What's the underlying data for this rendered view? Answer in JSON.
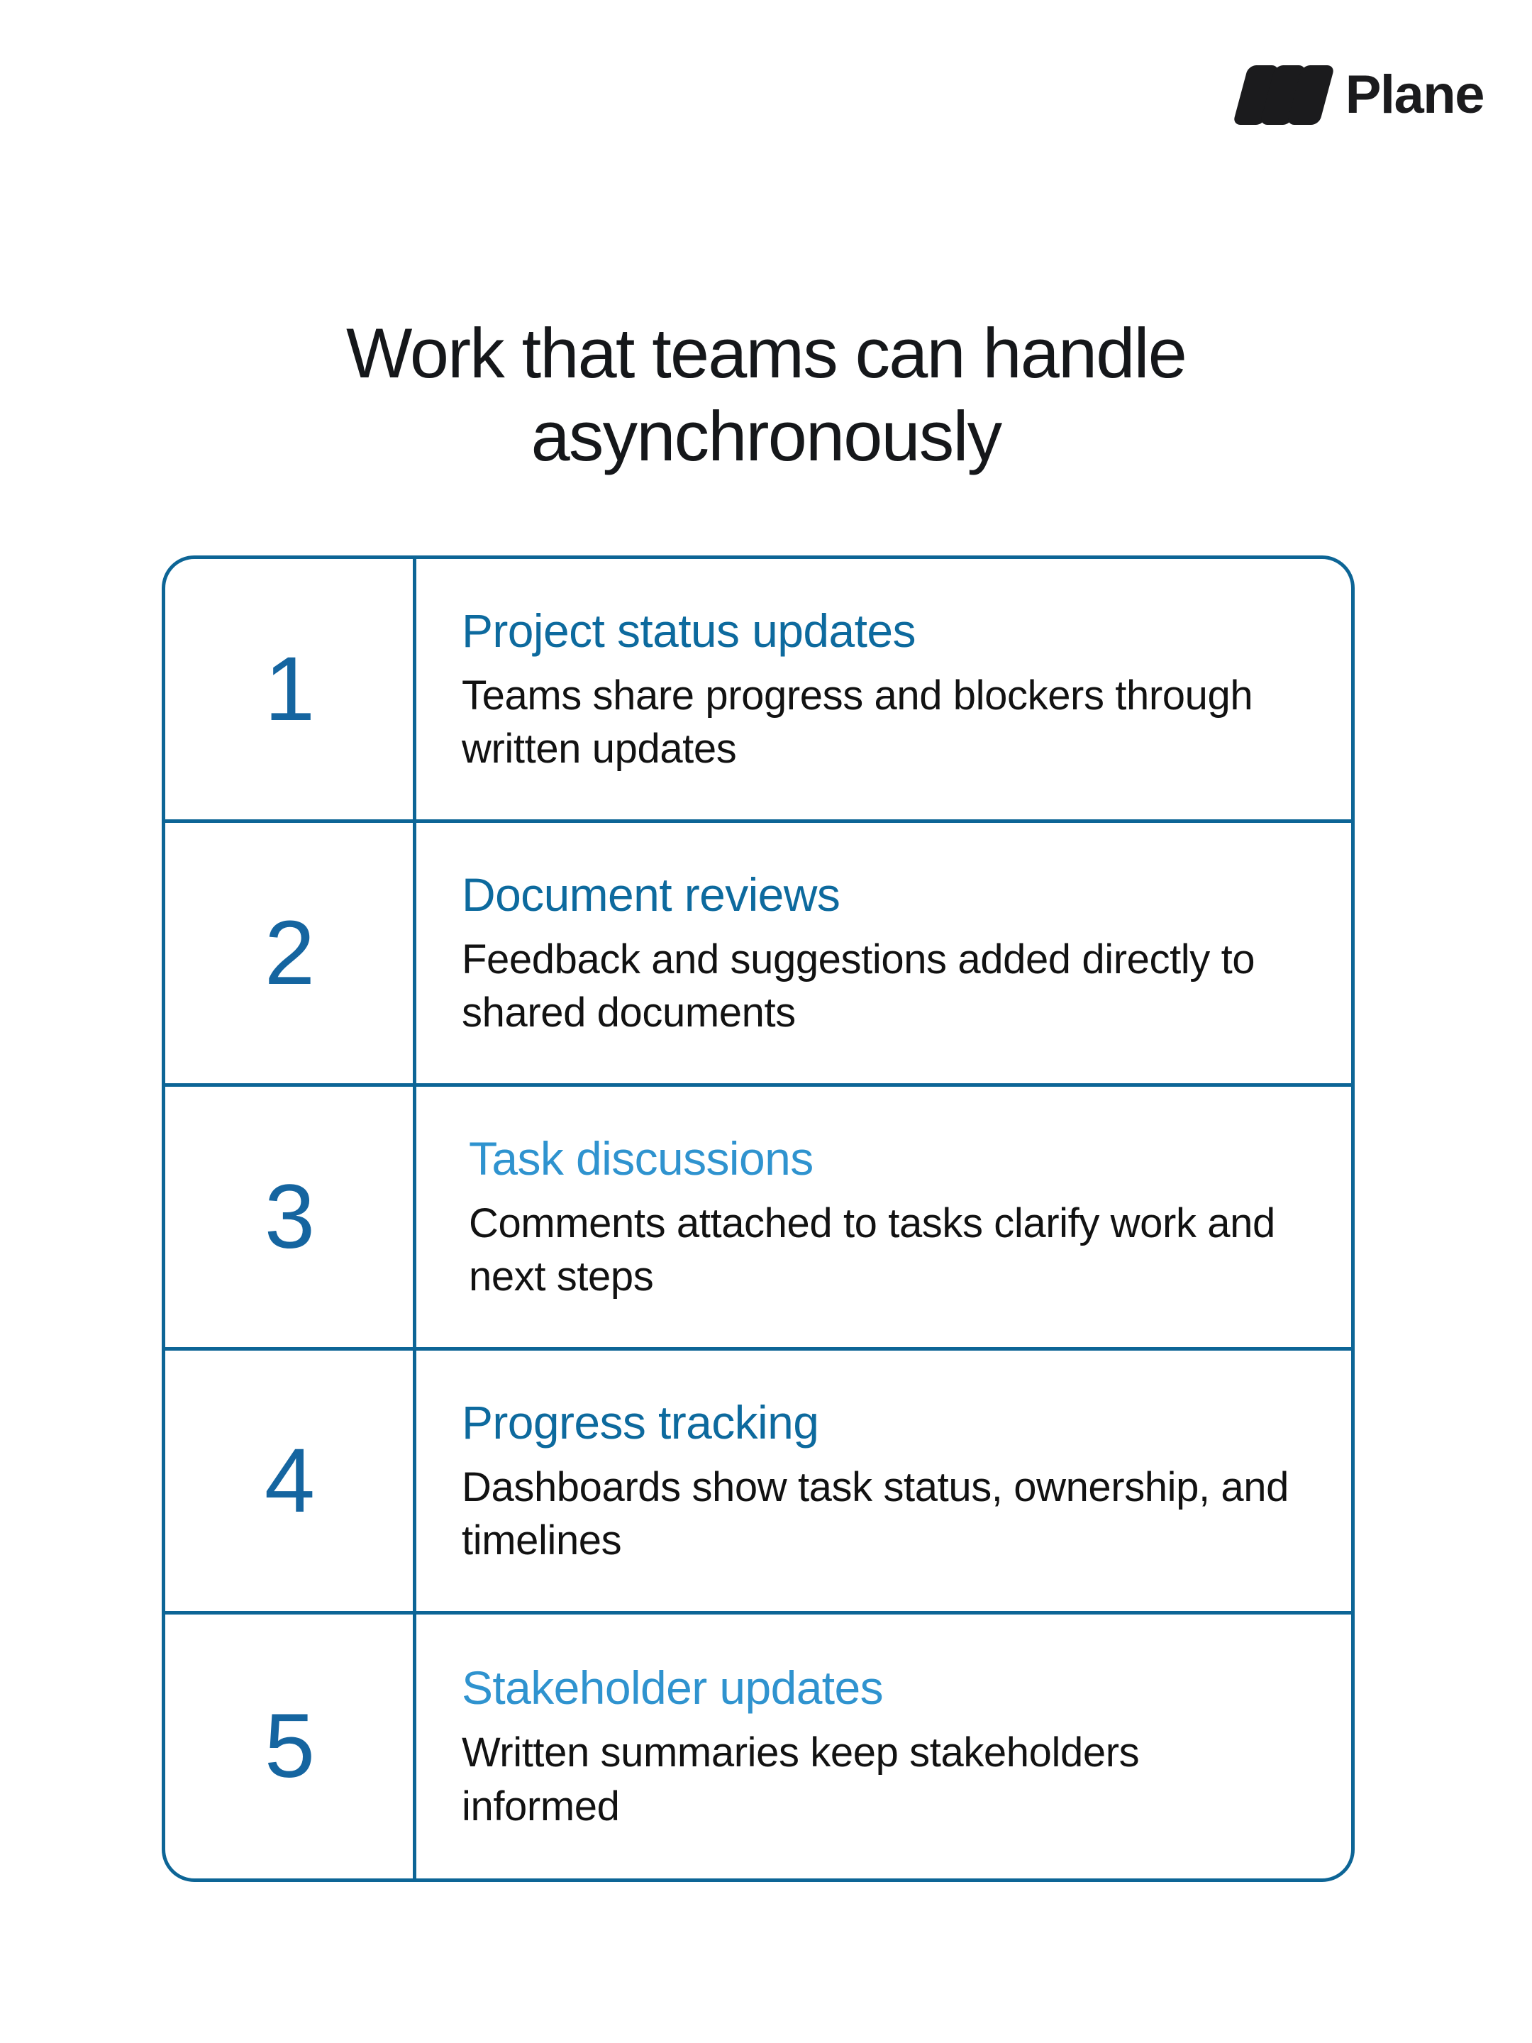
{
  "brand": {
    "name": "Plane",
    "logo_icon": "plane-logo-mark",
    "logo_color": "#1b1b1d"
  },
  "title": {
    "line1": "Work that teams can handle",
    "line2": "asynchronously",
    "color": "#15171a"
  },
  "colors": {
    "border": "#0d6596",
    "number": "#1565a0",
    "heading_dark": "#0d6a9e",
    "heading_light": "#2f93cf",
    "body_text": "#121212",
    "background": "#ffffff"
  },
  "rows": [
    {
      "number": "1",
      "heading": "Project status updates",
      "description": "Teams share progress and blockers through written updates",
      "heading_tone": "dark"
    },
    {
      "number": "2",
      "heading": "Document reviews",
      "description": "Feedback and suggestions added directly to shared documents",
      "heading_tone": "dark"
    },
    {
      "number": "3",
      "heading": "Task discussions",
      "description": "Comments attached to tasks clarify work and next steps",
      "heading_tone": "light"
    },
    {
      "number": "4",
      "heading": "Progress tracking",
      "description": "Dashboards show task status, ownership, and timelines",
      "heading_tone": "dark"
    },
    {
      "number": "5",
      "heading": "Stakeholder updates",
      "description": "Written summaries keep stakeholders informed",
      "heading_tone": "light"
    }
  ]
}
